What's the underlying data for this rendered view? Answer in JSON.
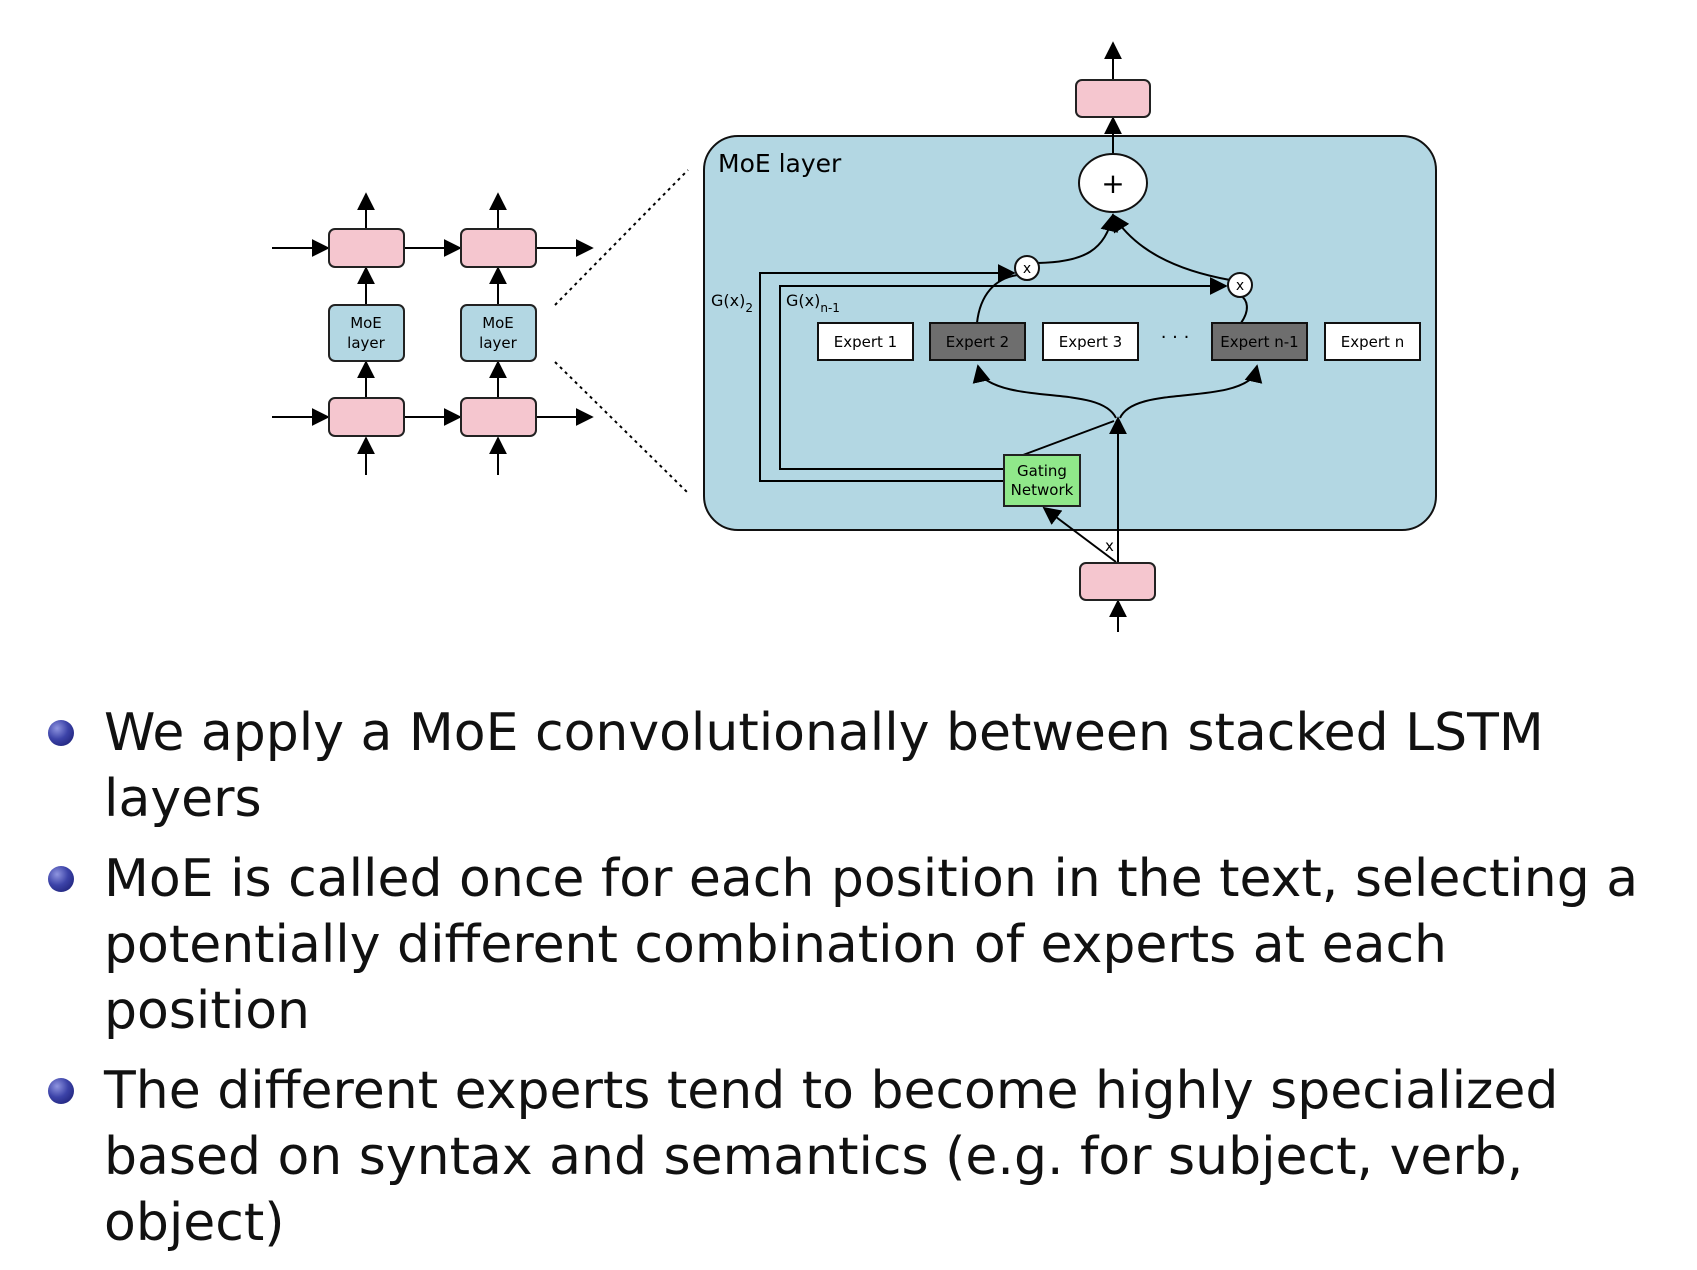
{
  "diagram": {
    "left_stack": {
      "moe_cells": [
        "MoE\nlayer",
        "MoE\nlayer"
      ]
    },
    "moe_layer": {
      "title": "MoE layer",
      "plus_symbol": "+",
      "multiply_symbol": "x",
      "input_label": "x",
      "gates": {
        "g2": {
          "base": "G(x)",
          "sub": "2"
        },
        "gn1": {
          "base": "G(x)",
          "sub": "n-1"
        }
      },
      "experts": [
        {
          "label": "Expert 1",
          "active": false
        },
        {
          "label": "Expert 2",
          "active": true
        },
        {
          "label": "Expert 3",
          "active": false
        },
        {
          "label": "Expert n-1",
          "active": true
        },
        {
          "label": "Expert n",
          "active": false
        }
      ],
      "ellipsis": "· · ·",
      "gating_network": "Gating\nNetwork"
    },
    "colors": {
      "lstm_cell": "#f5c6cf",
      "moe_bg": "#b3d7e3",
      "expert_active": "#6e6e6e",
      "gating": "#90e88a"
    }
  },
  "bullets": [
    "We apply a MoE convolutionally between stacked LSTM layers",
    "MoE is called once for each position in the text, selecting a potentially different combination of experts at each position",
    "The different experts tend to become highly specialized based on syntax and semantics (e.g. for subject, verb, object)"
  ]
}
